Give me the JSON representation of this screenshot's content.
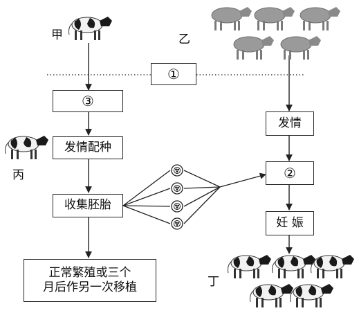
{
  "labels": {
    "jia": "甲",
    "yi": "乙",
    "bing": "丙",
    "ding": "丁"
  },
  "boxes": {
    "step1": "①",
    "step2": "②",
    "step3": "③",
    "estrus_breeding": "发情配种",
    "collect_embryo": "收集胚胎",
    "estrus": "发情",
    "pregnancy": "妊 娠",
    "result_line1": "正常繁殖或三个",
    "result_line2": "月后作另一次移植"
  },
  "icons": {
    "cow": "cow-icon",
    "embryo": "embryo-icon"
  },
  "colors": {
    "stroke": "#222222",
    "background": "#ffffff",
    "cow_gray": "#8a8a8a",
    "cow_black": "#1a1a1a"
  }
}
